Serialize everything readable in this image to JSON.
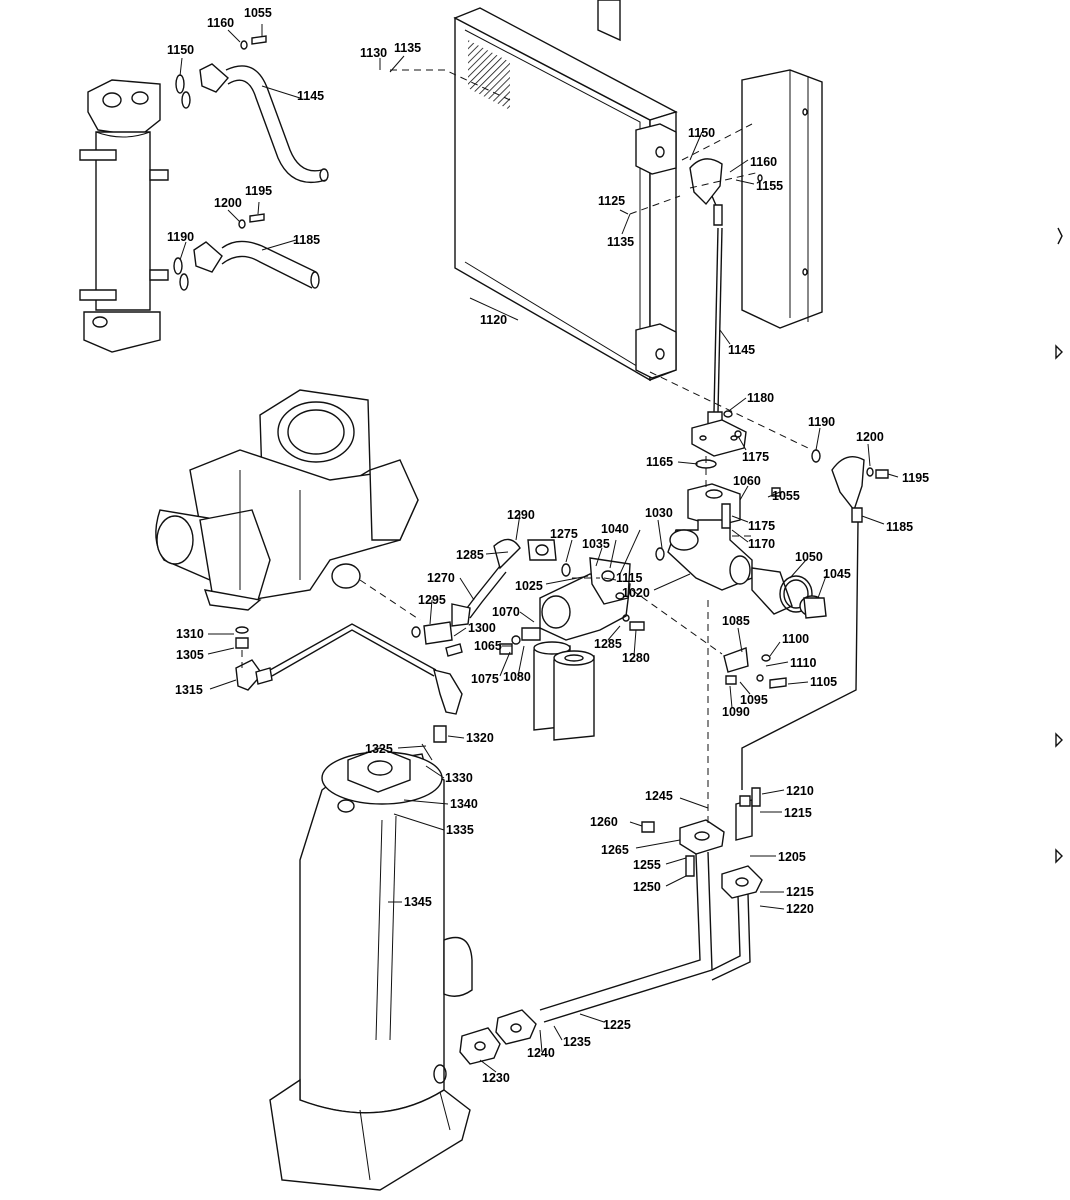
{
  "part_labels": [
    "1020",
    "1025",
    "1030",
    "1035",
    "1040",
    "1045",
    "1050",
    "1055",
    "1060",
    "1065",
    "1070",
    "1075",
    "1080",
    "1085",
    "1090",
    "1095",
    "1100",
    "1105",
    "1110",
    "1115",
    "1120",
    "1125",
    "1130",
    "1135",
    "1145",
    "1150",
    "1155",
    "1160",
    "1165",
    "1170",
    "1175",
    "1180",
    "1185",
    "1190",
    "1195",
    "1200",
    "1205",
    "1210",
    "1215",
    "1220",
    "1225",
    "1230",
    "1235",
    "1240",
    "1245",
    "1250",
    "1255",
    "1260",
    "1265",
    "1270",
    "1275",
    "1280",
    "1285",
    "1290",
    "1295",
    "1300",
    "1305",
    "1310",
    "1315",
    "1320",
    "1325",
    "1330",
    "1335",
    "1340",
    "1345"
  ]
}
